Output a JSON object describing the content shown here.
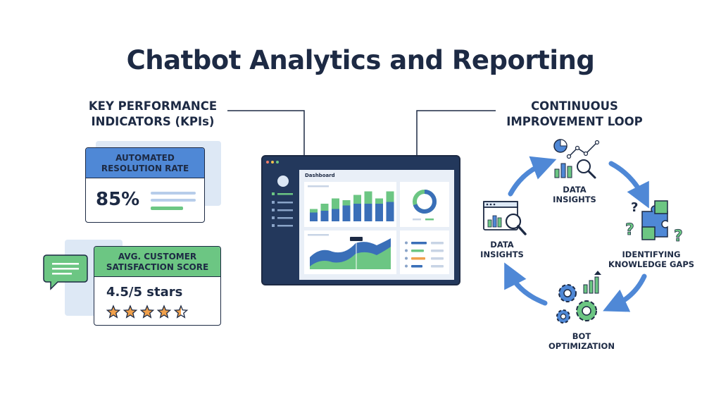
{
  "title": "Chatbot Analytics and Reporting",
  "kpi_section": {
    "heading_line1": "KEY PERFORMANCE",
    "heading_line2": "INDICATORS (KPIs)",
    "card1": {
      "label_line1": "AUTOMATED",
      "label_line2": "RESOLUTION RATE",
      "value": "85%",
      "header_color": "#4f88d6"
    },
    "card2": {
      "label_line1": "AVG. CUSTOMER",
      "label_line2": "SATISFACTION SCORE",
      "value": "4.5/5 stars",
      "rating": 4.5,
      "max_rating": 5,
      "header_color": "#6cc683"
    }
  },
  "dashboard": {
    "title": "Dashboard",
    "bar_chart": [
      {
        "blue": 10,
        "green": 4
      },
      {
        "blue": 12,
        "green": 8
      },
      {
        "blue": 14,
        "green": 12
      },
      {
        "blue": 18,
        "green": 6
      },
      {
        "blue": 20,
        "green": 10
      },
      {
        "blue": 20,
        "green": 14
      },
      {
        "blue": 20,
        "green": 6
      },
      {
        "blue": 22,
        "green": 12
      }
    ],
    "donut_fraction": 0.7
  },
  "loop_section": {
    "heading_line1": "CONTINUOUS",
    "heading_line2": "IMPROVEMENT LOOP",
    "steps": [
      {
        "line1": "DATA",
        "line2": "INSIGHTS",
        "icon": "analytics-chart-icon"
      },
      {
        "line1": "IDENTIFYING",
        "line2": "KNOWLEDGE GAPS",
        "icon": "puzzle-question-icon"
      },
      {
        "line1": "BOT",
        "line2": "OPTIMIZATION",
        "icon": "gears-growth-icon"
      },
      {
        "line1": "DATA",
        "line2": "INSIGHTS",
        "icon": "browser-magnifier-icon"
      }
    ]
  },
  "colors": {
    "navy": "#1d2a44",
    "blue": "#4f88d6",
    "green": "#6cc683",
    "light_blue_bg": "#dde8f5",
    "star": "#f0a04b"
  }
}
